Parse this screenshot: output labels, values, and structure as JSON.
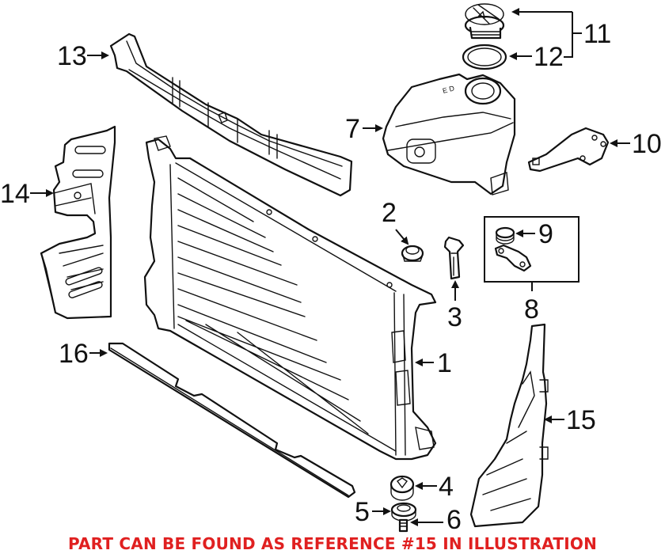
{
  "diagram": {
    "title": "Radiator & Components",
    "callouts": [
      {
        "id": "1",
        "label": "1",
        "part": "radiator"
      },
      {
        "id": "2",
        "label": "2",
        "part": "grommet"
      },
      {
        "id": "3",
        "label": "3",
        "part": "clip"
      },
      {
        "id": "4",
        "label": "4",
        "part": "mount"
      },
      {
        "id": "5",
        "label": "5",
        "part": "bushing"
      },
      {
        "id": "6",
        "label": "6",
        "part": "bolt"
      },
      {
        "id": "7",
        "label": "7",
        "part": "expansion-tank"
      },
      {
        "id": "8",
        "label": "8",
        "part": "bracket-kit"
      },
      {
        "id": "9",
        "label": "9",
        "part": "bushing"
      },
      {
        "id": "10",
        "label": "10",
        "part": "bracket"
      },
      {
        "id": "11",
        "label": "11",
        "part": "cap-assembly"
      },
      {
        "id": "12",
        "label": "12",
        "part": "seal"
      },
      {
        "id": "13",
        "label": "13",
        "part": "upper-air-guide"
      },
      {
        "id": "14",
        "label": "14",
        "part": "left-air-guide"
      },
      {
        "id": "15",
        "label": "15",
        "part": "right-air-guide"
      },
      {
        "id": "16",
        "label": "16",
        "part": "lower-seal"
      }
    ],
    "tank_embossing": "E D"
  },
  "footer": {
    "note": "PART CAN BE FOUND AS REFERENCE #15 IN ILLUSTRATION",
    "color": "#e02020"
  },
  "colors": {
    "line": "#111111",
    "background": "#ffffff"
  }
}
